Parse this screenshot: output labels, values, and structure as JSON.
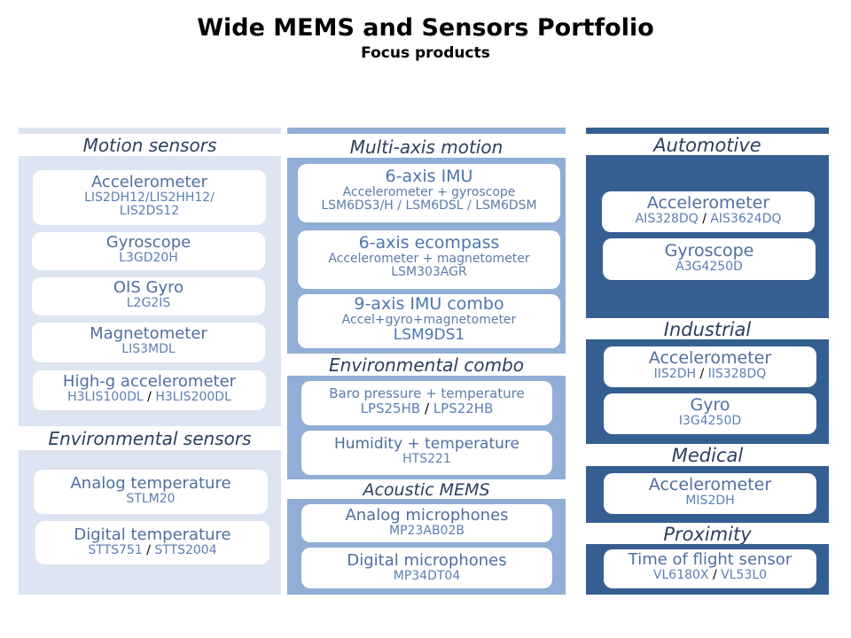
{
  "title": "Wide MEMS and Sensors Portfolio",
  "subtitle": "Focus products",
  "colors": {
    "col1": "#dce5f1",
    "col2": "#90aed6",
    "col3": "#365f91",
    "text": "#4f6f9f",
    "heading": "#2b3f5f"
  },
  "col1": {
    "motion": {
      "heading": "Motion sensors",
      "cards": [
        {
          "title": "Accelerometer",
          "line1": "LIS2DH12/LIS2HH12/",
          "line2": "LIS2DS12"
        },
        {
          "title": "Gyroscope",
          "line1": "L3GD20H"
        },
        {
          "title": "OIS Gyro",
          "line1": "L2G2IS"
        },
        {
          "title": "Magnetometer",
          "line1": "LIS3MDL"
        },
        {
          "title": "High-g accelerometer",
          "p1": "H3LIS100DL",
          "sep": "/",
          "p2": "H3LIS200DL"
        }
      ]
    },
    "environmental": {
      "heading": "Environmental  sensors",
      "cards": [
        {
          "title": "Analog temperature",
          "line1": "STLM20"
        },
        {
          "title": "Digital temperature",
          "p1": "STTS751",
          "sep": "/",
          "p2": "STTS2004"
        }
      ]
    }
  },
  "col2": {
    "multi": {
      "heading": "Multi-axis motion",
      "cards": [
        {
          "title": "6-axis IMU",
          "desc": "Accelerometer + gyroscope",
          "line1": "LSM6DS3/H / LSM6DSL / LSM6DSM"
        },
        {
          "title": "6-axis ecompass",
          "desc": "Accelerometer + magnetometer",
          "line1": "LSM303AGR"
        },
        {
          "title": "9-axis IMU combo",
          "desc": "Accel+gyro+magnetometer",
          "line1": "LSM9DS1"
        }
      ]
    },
    "envcombo": {
      "heading": "Environmental  combo",
      "cards": [
        {
          "title": "Baro pressure + temperature",
          "p1": "LPS25HB",
          "sep": "/",
          "p2": "LPS22HB"
        },
        {
          "title": "Humidity + temperature",
          "line1": "HTS221"
        }
      ]
    },
    "acoustic": {
      "heading": "Acoustic MEMS",
      "cards": [
        {
          "title": "Analog microphones",
          "line1": "MP23AB02B"
        },
        {
          "title": "Digital microphones",
          "line1": "MP34DT04"
        }
      ]
    }
  },
  "col3": {
    "automotive": {
      "heading": "Automotive",
      "cards": [
        {
          "title": "Accelerometer",
          "p1": "AIS328DQ",
          "sep": "/",
          "p2": "AIS3624DQ"
        },
        {
          "title": "Gyroscope",
          "line1": "A3G4250D"
        }
      ]
    },
    "industrial": {
      "heading": "Industrial",
      "cards": [
        {
          "title": "Accelerometer",
          "p1": "IIS2DH",
          "sep": "/",
          "p2": "IIS328DQ"
        },
        {
          "title": "Gyro",
          "line1": "I3G4250D"
        }
      ]
    },
    "medical": {
      "heading": "Medical",
      "cards": [
        {
          "title": "Accelerometer",
          "line1": "MIS2DH"
        }
      ]
    },
    "proximity": {
      "heading": "Proximity",
      "cards": [
        {
          "title": "Time of flight sensor",
          "p1": "VL6180X",
          "sep": "/",
          "p2": "VL53L0"
        }
      ]
    }
  }
}
